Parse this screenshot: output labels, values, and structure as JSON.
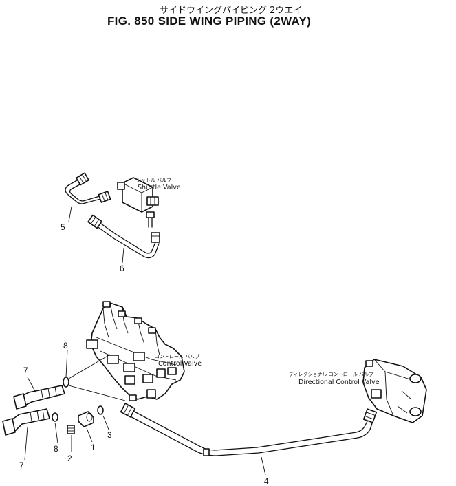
{
  "title": {
    "jp": "サイドウイングパイピング 2ウエイ",
    "en": "FIG. 850  SIDE WING PIPING (2WAY)"
  },
  "labels": {
    "shuttle_valve": {
      "jp": "シャトル バルブ",
      "en": "Shuttle Valve"
    },
    "control_valve": {
      "jp": "コントロール バルブ",
      "en": "Control Valve"
    },
    "directional_control_valve": {
      "jp": "ディレクショナル コントロール バルブ",
      "en": "Directional Control Valve"
    }
  },
  "callouts": {
    "n5": "5",
    "n6": "6",
    "n8a": "8",
    "n7a": "7",
    "n7b": "7",
    "n8b": "8",
    "n2": "2",
    "n1": "1",
    "n3": "3",
    "n4": "4"
  }
}
